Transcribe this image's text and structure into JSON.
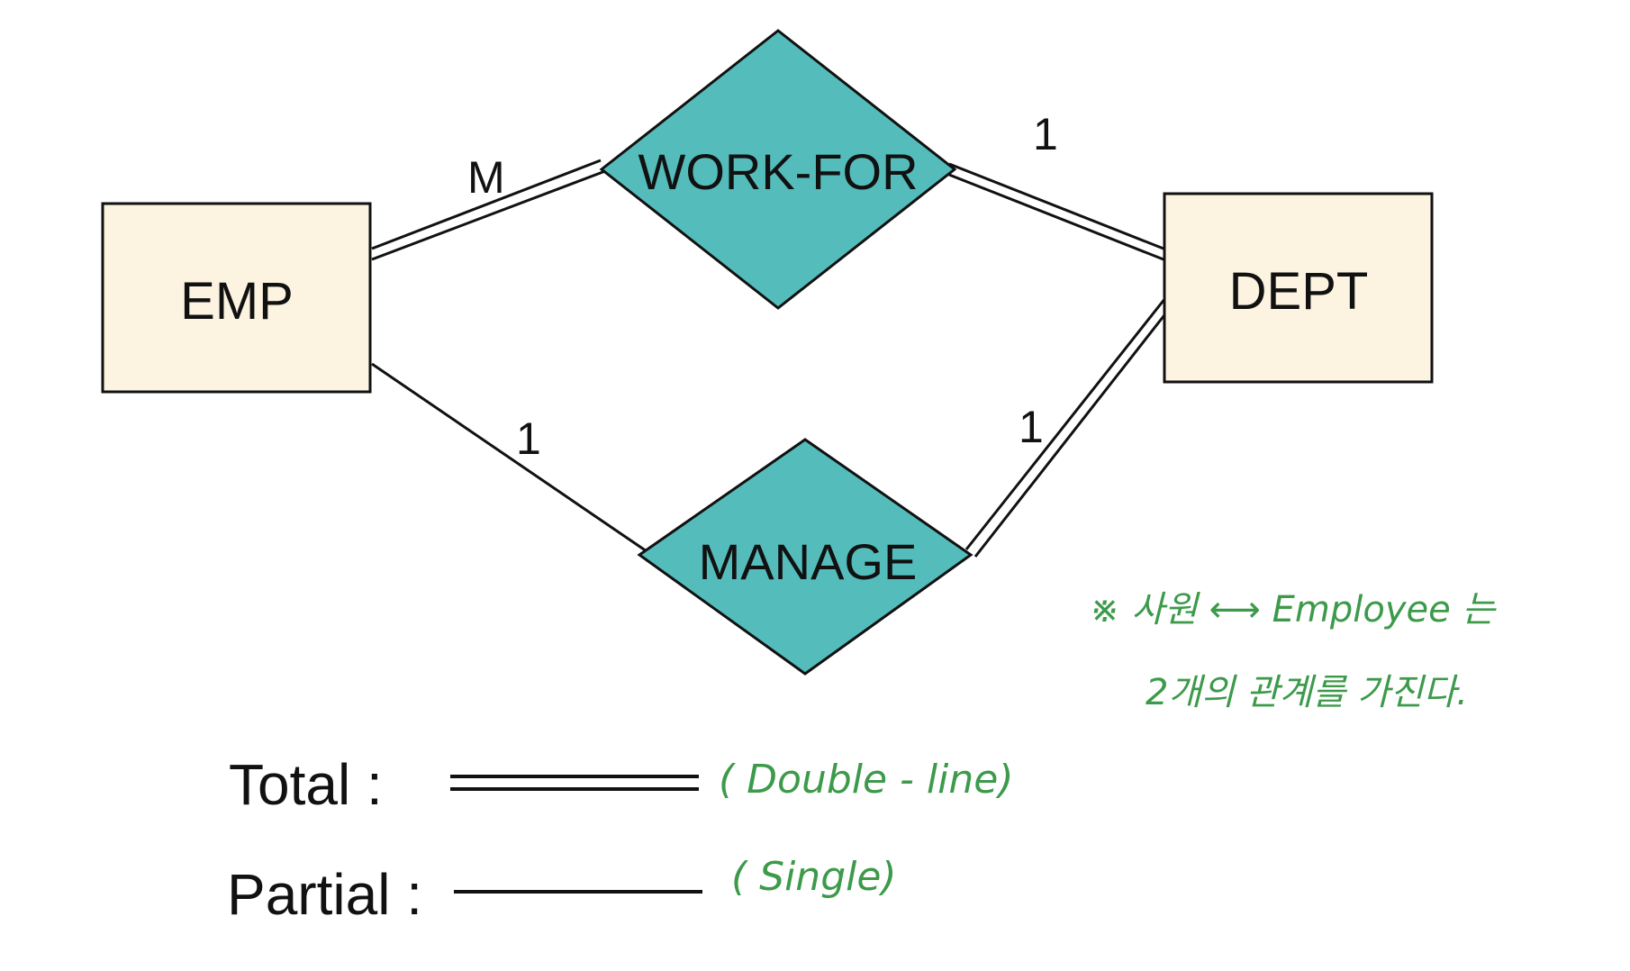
{
  "entities": {
    "emp": "EMP",
    "dept": "DEPT"
  },
  "relationships": {
    "work_for": "WORK-FOR",
    "manage": "MANAGE"
  },
  "cardinalities": {
    "emp_work_for": "M",
    "dept_work_for": "1",
    "emp_manage": "1",
    "dept_manage": "1"
  },
  "legend": {
    "total_label": "Total :",
    "total_note": "( Double - line)",
    "partial_label": "Partial :",
    "partial_note": "( Single)"
  },
  "handwritten_note": {
    "line1": "※ 사원 ⟷ Employee 는",
    "line2": "2개의 관계를 가진다."
  },
  "colors": {
    "entity_fill": "#fcf4e1",
    "relationship_fill": "#55bcbc",
    "note_green": "#3c9a4a"
  }
}
